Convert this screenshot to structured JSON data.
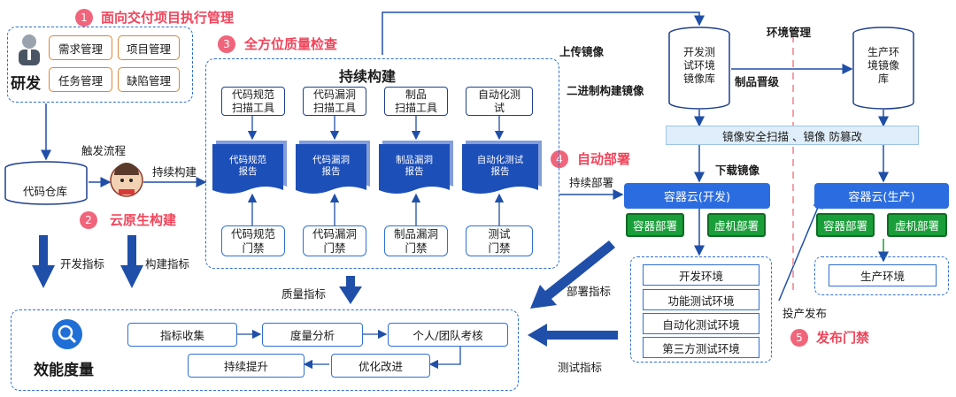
{
  "step1": {
    "num": "1",
    "title": "面向交付项目执行管理"
  },
  "step2": {
    "num": "2",
    "title": "云原生构建"
  },
  "step3": {
    "num": "3",
    "title": "全方位质量检查"
  },
  "step4": {
    "num": "4",
    "title": "自动部署"
  },
  "step5": {
    "num": "5",
    "title": "发布门禁"
  },
  "dev": {
    "label": "研发",
    "items": [
      "需求管理",
      "项目管理",
      "任务管理",
      "缺陷管理"
    ]
  },
  "repo": {
    "label": "代码仓库"
  },
  "labels": {
    "trigger": "触发流程",
    "build_trigger": "持续构建",
    "dev_metric": "开发指标",
    "build_metric": "构建指标",
    "quality_metric": "质量指标",
    "deploy_metric": "部署指标",
    "test_metric": "测试指标",
    "cont_deploy": "持续部署",
    "upload_image": "上传镜像",
    "binary_build_image": "二进制构建镜像",
    "artifact_promote": "制品晋级",
    "env_mgmt": "环境管理",
    "download_image": "下载镜像",
    "release": "投产发布"
  },
  "ci": {
    "title": "持续构建",
    "tools": [
      "代码规范\n扫描工具",
      "代码漏洞\n扫描工具",
      "制品\n扫描工具",
      "自动化测\n试"
    ],
    "reports": [
      "代码规范\n报告",
      "代码漏洞\n报告",
      "制品漏洞\n报告",
      "自动化测试\n报告"
    ],
    "gates": [
      "代码规范\n门禁",
      "代码漏洞\n门禁",
      "制品漏洞\n门禁",
      "测试\n门禁"
    ]
  },
  "registry": {
    "dev": "开发测\n试环境\n镜像库",
    "prod": "生产环\n境镜像\n库",
    "scan": "镜像安全扫描 、镜像 防篡改"
  },
  "cloud_dev": {
    "title": "容器云(开发)",
    "container": "容器部署",
    "vm": "虚机部署",
    "envs": [
      "开发环境",
      "功能测试环境",
      "自动化测试环境",
      "第三方测试环境"
    ]
  },
  "cloud_prod": {
    "title": "容器云(生产)",
    "container": "容器部署",
    "vm": "虚机部署",
    "env": "生产环境"
  },
  "efficiency": {
    "label": "效能度量",
    "flow": [
      "指标收集",
      "度量分析",
      "个人/团队考核",
      "优化改进",
      "持续提升"
    ]
  },
  "colors": {
    "accent": "#2f6fd6",
    "brand_red": "#f0455b",
    "deploy_green": "#1a9e3a",
    "report_blue": "#1d4fb8"
  }
}
